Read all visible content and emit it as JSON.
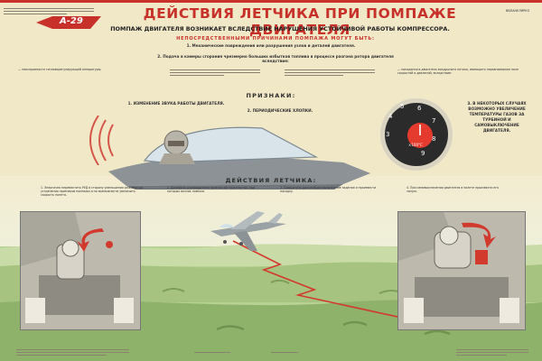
{
  "header": {
    "badge": "A-29",
    "title": "ДЕЙСТВИЯ ЛЕТЧИКА ПРИ ПОМПАЖЕ ДВИГАТЕЛЯ",
    "subtitle": "ПОМПАЖ ДВИГАТЕЛЯ ВОЗНИКАЕТ ВСЛЕДСТВИЕ НАРУШЕНИЯ УСТОЙЧИВОЙ РАБОТЫ КОМПРЕССОРА."
  },
  "causes": {
    "heading": "НЕПОСРЕДСТВЕННЫМИ ПРИЧИНАМИ ПОМПАЖА МОГУТ БЫТЬ:",
    "item1": "1. Механические повреждения или разрушения узлов и деталей двигателя.",
    "item2": "2. Подача в камеры сгорания чрезмерно больших избытков топлива в процессе разгона ротора двигателя вследствие:",
    "sub_a": "— неисправности топливорегулирующей аппаратуры;",
    "sub_d": "— попадания в двигатель воздушного потока, имеющего неравномерное поле скоростей и давлений, вследствие:"
  },
  "signs": {
    "heading": "ПРИЗНАКИ:",
    "item1": "1. ИЗМЕНЕНИЕ ЗВУКА РАБОТЫ ДВИГАТЕЛЯ.",
    "item2": "2. ПЕРИОДИЧЕСКИЕ ХЛОПКИ.",
    "item3": "3. В НЕКОТОРЫХ СЛУЧАЯХ ВОЗМОЖНО УВЕЛИЧЕНИЕ ТЕМПЕРАТУРЫ ГАЗОВ ЗА ТУРБИНОЙ И САМОВЫКЛЮЧЕНИЕ ДВИГАТЕЛЯ."
  },
  "gauge": {
    "ticks": [
      "3",
      "4",
      "5",
      "6",
      "7",
      "8",
      "9"
    ],
    "unit": "×100°С"
  },
  "actions": {
    "heading": "ДЕЙСТВИЯ ЛЕТЧИКА:",
    "step1": "1. Энергично переместить РУД в сторону уменьшения режимов до устранения признаков помпажа и по возможности увеличить скорость полета.",
    "step2": "2. Доложить руководителю полетов обстоятельства, при которых возник помпаж.",
    "step3": "3. Прекратить дальнейшее выполнение задания и произвести посадку.",
    "step4": "4. При самовыключении двигателя в полете произвести его запуск."
  },
  "corner_label": "ВВЛАНЕЛЯРКО",
  "colors": {
    "accent": "#c8312a",
    "paper": "#f1e8c8",
    "gauge_face": "#2b2b2b"
  }
}
